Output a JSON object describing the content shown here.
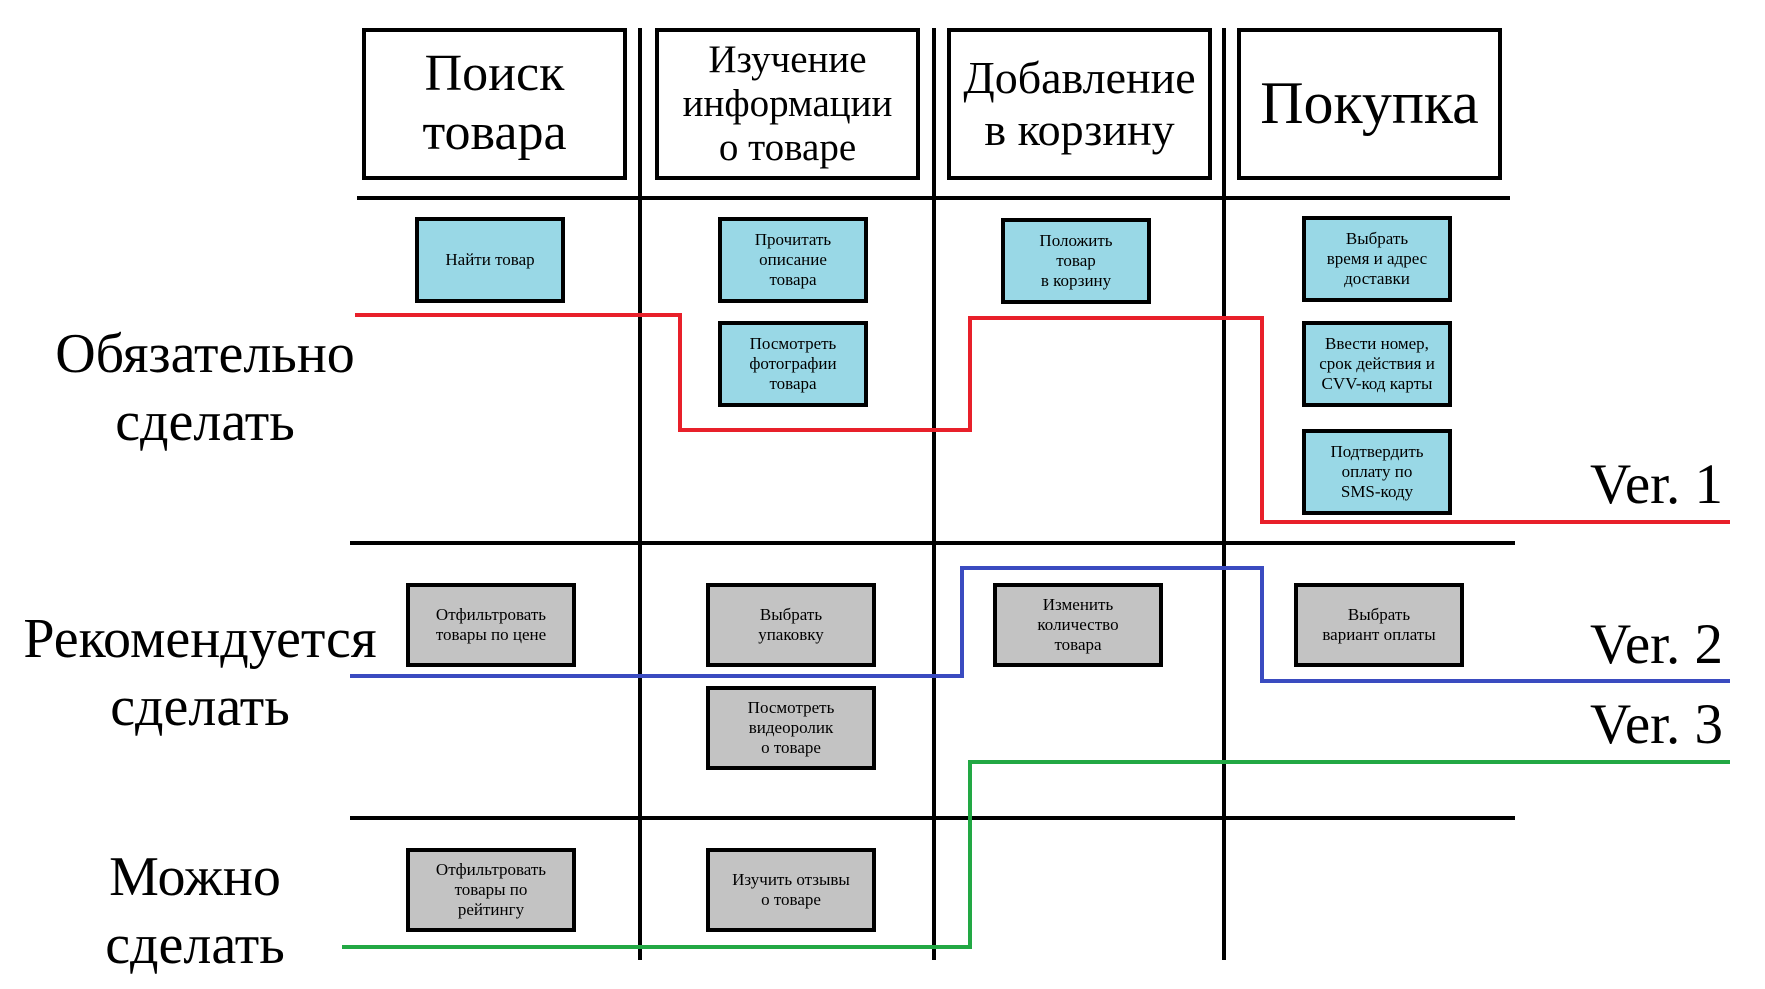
{
  "stages": [
    {
      "label": "Поиск\nтовара"
    },
    {
      "label": "Изучение\nинформации\nо товаре"
    },
    {
      "label": "Добавление\nв корзину"
    },
    {
      "label": "Покупка"
    }
  ],
  "rows": [
    {
      "label": "Обязательно\nсделать"
    },
    {
      "label": "Рекомендуется\nсделать"
    },
    {
      "label": "Можно\nсделать"
    }
  ],
  "cards": {
    "must": [
      "Найти товар",
      "Прочитать\nописание\nтовара",
      "Посмотреть\nфотографии\nтовара",
      "Положить\nтовар\nв корзину",
      "Выбрать\nвремя и адрес\nдоставки",
      "Ввести номер,\nсрок действия и\nCVV-код карты",
      "Подтвердить\nоплату по\nSMS-коду"
    ],
    "recommended": [
      "Отфильтровать\nтовары по цене",
      "Выбрать\nупаковку",
      "Посмотреть\nвидеоролик\nо товаре",
      "Изменить\nколичество\nтовара",
      "Выбрать\nвариант оплаты"
    ],
    "optional": [
      "Отфильтровать\nтовары по\nрейтингу",
      "Изучить отзывы\nо товаре"
    ]
  },
  "versions": [
    {
      "label": "Ver. 1",
      "color": "#e8202a"
    },
    {
      "label": "Ver. 2",
      "color": "#3a4bc0"
    },
    {
      "label": "Ver. 3",
      "color": "#22a844"
    }
  ],
  "colors": {
    "must_card": "#99d8e6",
    "other_card": "#c3c3c3",
    "grid": "#000000"
  }
}
